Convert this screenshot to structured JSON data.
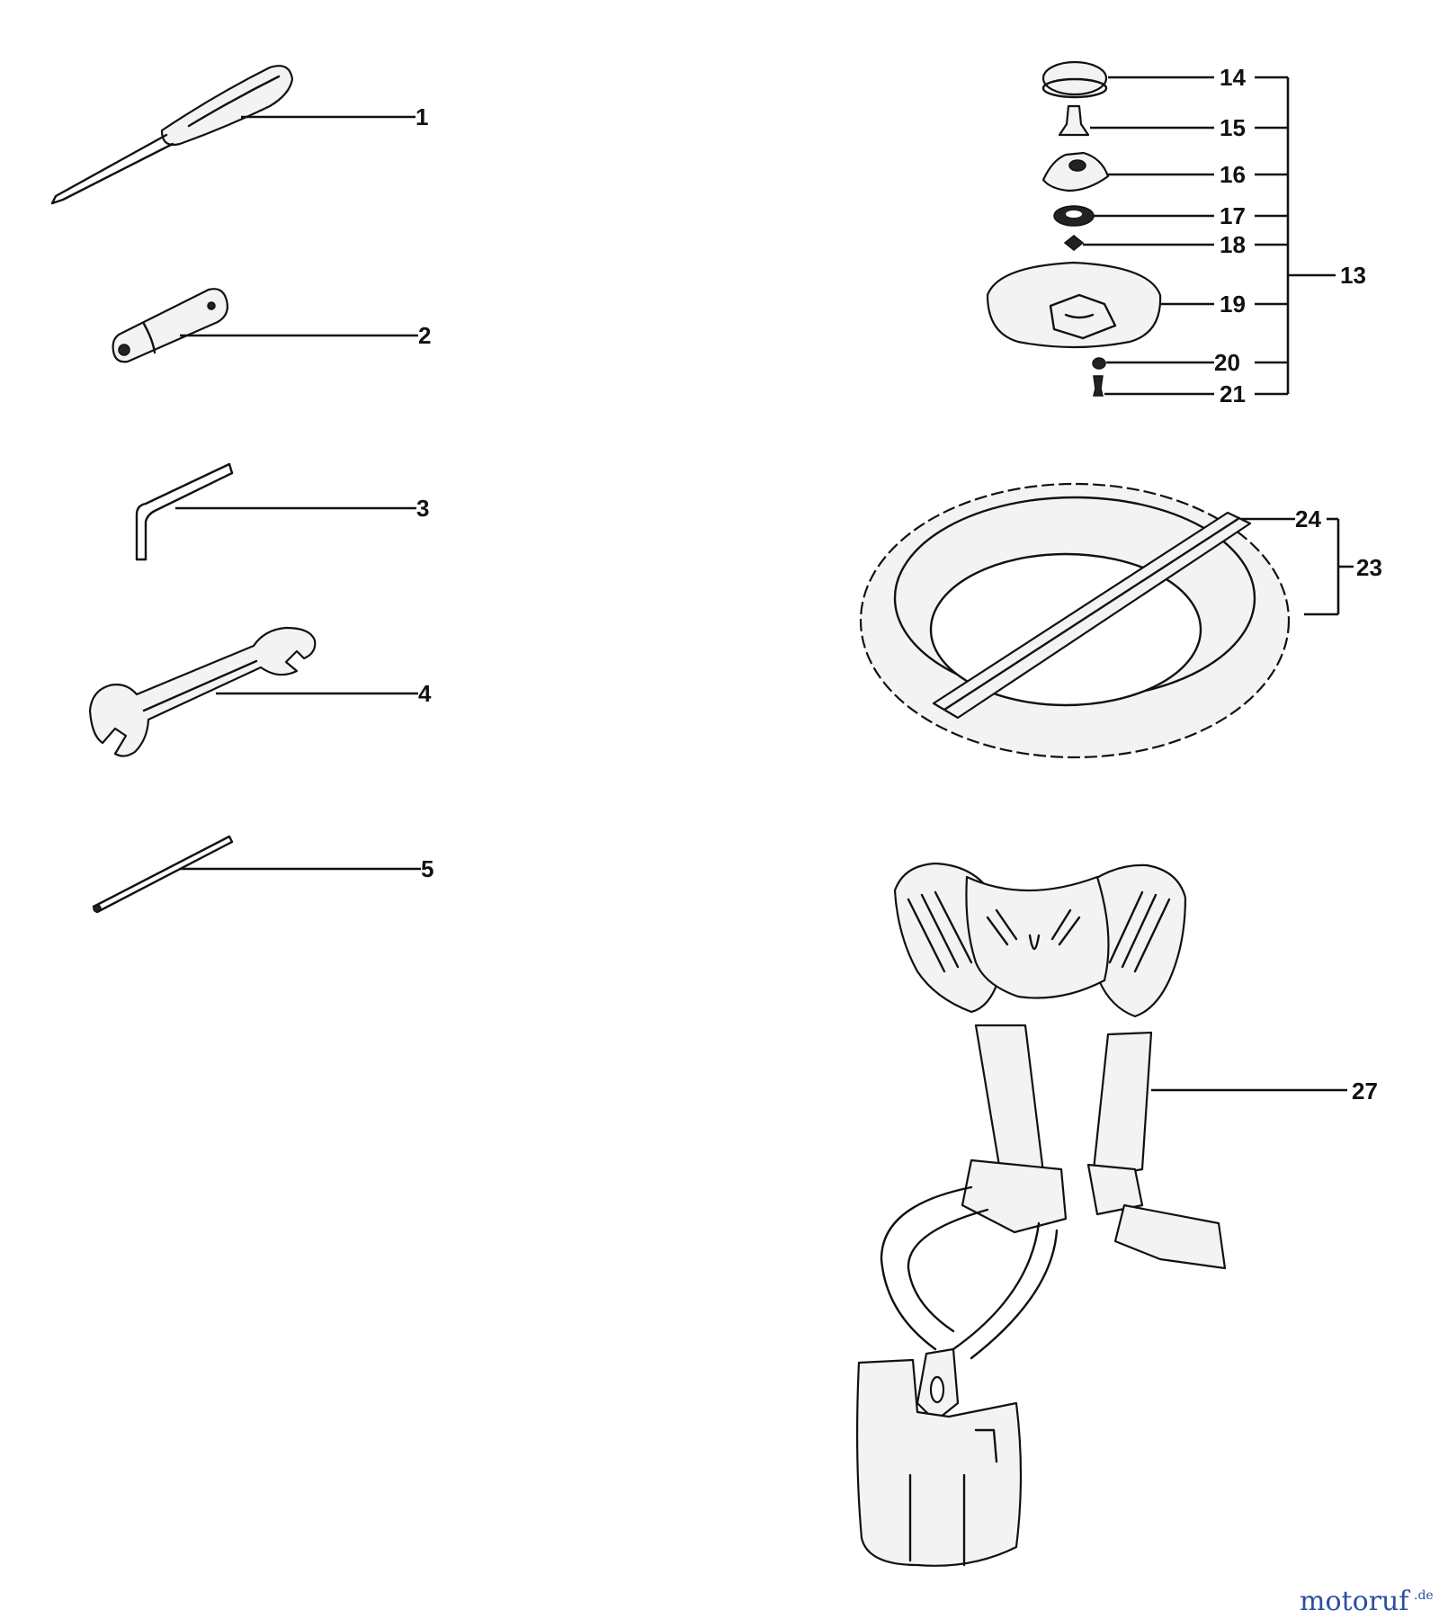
{
  "labels": {
    "p1": "1",
    "p2": "2",
    "p3": "3",
    "p4": "4",
    "p5": "5",
    "p13": "13",
    "p14": "14",
    "p15": "15",
    "p16": "16",
    "p17": "17",
    "p18": "18",
    "p19": "19",
    "p20": "20",
    "p21": "21",
    "p23": "23",
    "p24": "24",
    "p27": "27"
  },
  "watermark": {
    "brand": "motoruf",
    "suffix": ".de"
  }
}
